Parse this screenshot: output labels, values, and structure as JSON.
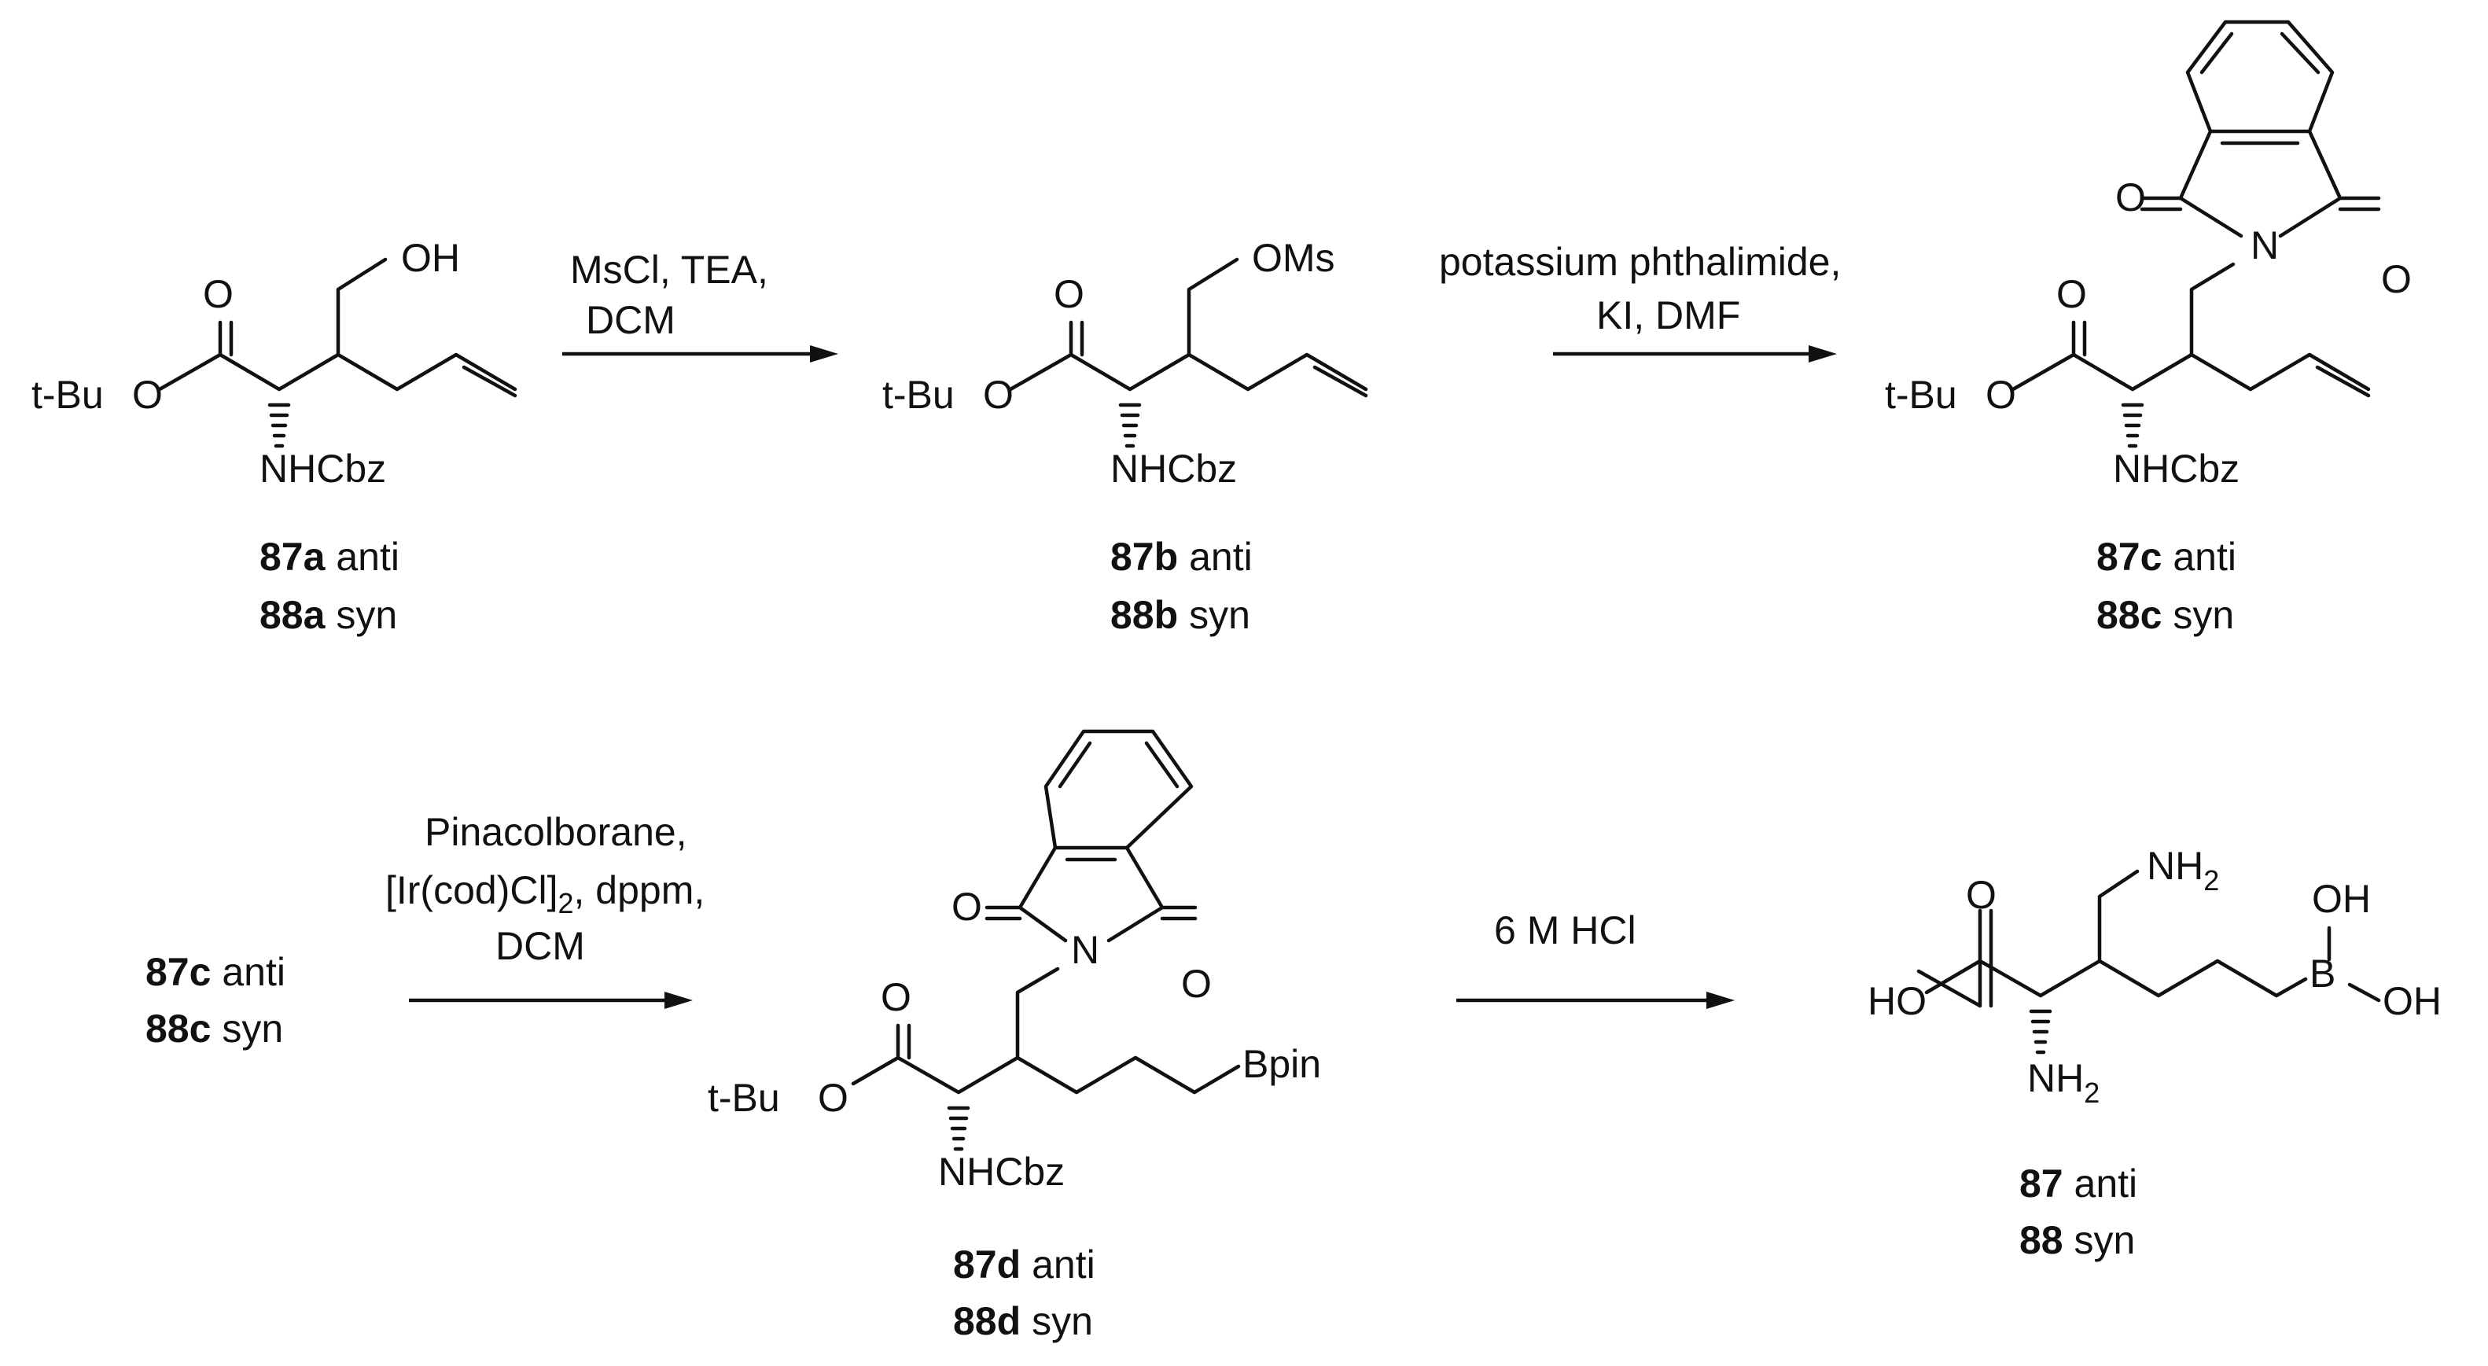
{
  "compounds": {
    "c87a": {
      "atoms": {
        "oh": "OH",
        "o_carbonyl": "O",
        "o_ester": "O",
        "tbu": "t-Bu",
        "nh": "NHCbz"
      },
      "label1_id": "87a",
      "label1_stereo": "anti",
      "label2_id": "88a",
      "label2_stereo": "syn"
    },
    "c87b": {
      "atoms": {
        "oms": "OMs",
        "o_carbonyl": "O",
        "o_ester": "O",
        "tbu": "t-Bu",
        "nh": "NHCbz"
      },
      "label1_id": "87b",
      "label1_stereo": "anti",
      "label2_id": "88b",
      "label2_stereo": "syn"
    },
    "c87c": {
      "atoms": {
        "o_imide1": "O",
        "o_imide2": "O",
        "n_imide": "N",
        "o_carbonyl": "O",
        "o_ester": "O",
        "tbu": "t-Bu",
        "nh": "NHCbz"
      },
      "label1_id": "87c",
      "label1_stereo": "anti",
      "label2_id": "88c",
      "label2_stereo": "syn"
    },
    "c87c_start": {
      "label1_id": "87c",
      "label1_stereo": "anti",
      "label2_id": "88c",
      "label2_stereo": "syn"
    },
    "c87d": {
      "atoms": {
        "o_imide1": "O",
        "o_imide2": "O",
        "n_imide": "N",
        "o_carbonyl": "O",
        "o_ester": "O",
        "tbu": "t-Bu",
        "nh": "NHCbz",
        "bpin": "Bpin"
      },
      "label1_id": "87d",
      "label1_stereo": "anti",
      "label2_id": "88d",
      "label2_stereo": "syn"
    },
    "c87": {
      "atoms": {
        "nh2_top": "NH",
        "o_carbonyl": "O",
        "ho": "HO",
        "nh2_alpha": "NH",
        "sub2": "2",
        "b": "B",
        "oh_top": "OH",
        "oh_right": "OH"
      },
      "label1_id": "87",
      "label1_stereo": "anti",
      "label2_id": "88",
      "label2_stereo": "syn"
    }
  },
  "reactions": {
    "step1": {
      "line1": "MsCl, TEA,",
      "line2": "DCM"
    },
    "step2": {
      "line1": "potassium phthalimide,",
      "line2": "KI, DMF"
    },
    "step3": {
      "line1": "Pinacolborane,",
      "line2_pre": "[Ir(cod)Cl]",
      "line2_sub": "2",
      "line2_post": ", dppm,",
      "line3": "DCM"
    },
    "step4": {
      "line1": "6 M HCl"
    }
  }
}
